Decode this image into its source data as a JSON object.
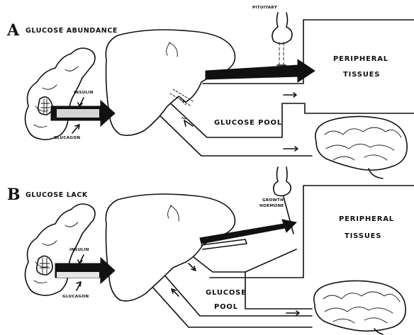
{
  "panel_a": {
    "letter": "A",
    "title": "GLUCOSE ABUNDANCE",
    "pituitary_label": "PITUITARY",
    "peripheral_label_line1": "PERIPHERAL",
    "peripheral_label_line2": "TISSUES",
    "pool_label": "GLUCOSE POOL",
    "insulin_label": "INSULIN",
    "glucagon_label": "GLUCAGON"
  },
  "panel_b": {
    "letter": "B",
    "title": "GLUCOSE LACK",
    "gh_label_line1": "GROWTH",
    "gh_label_line2": "HORMONE",
    "peripheral_label_line1": "PERIPHERAL",
    "peripheral_label_line2": "TISSUES",
    "pool_label_line1": "GLUCOSE",
    "pool_label_line2": "POOL",
    "insulin_label": "INSULIN",
    "glucagon_label": "GLUCAGON"
  }
}
